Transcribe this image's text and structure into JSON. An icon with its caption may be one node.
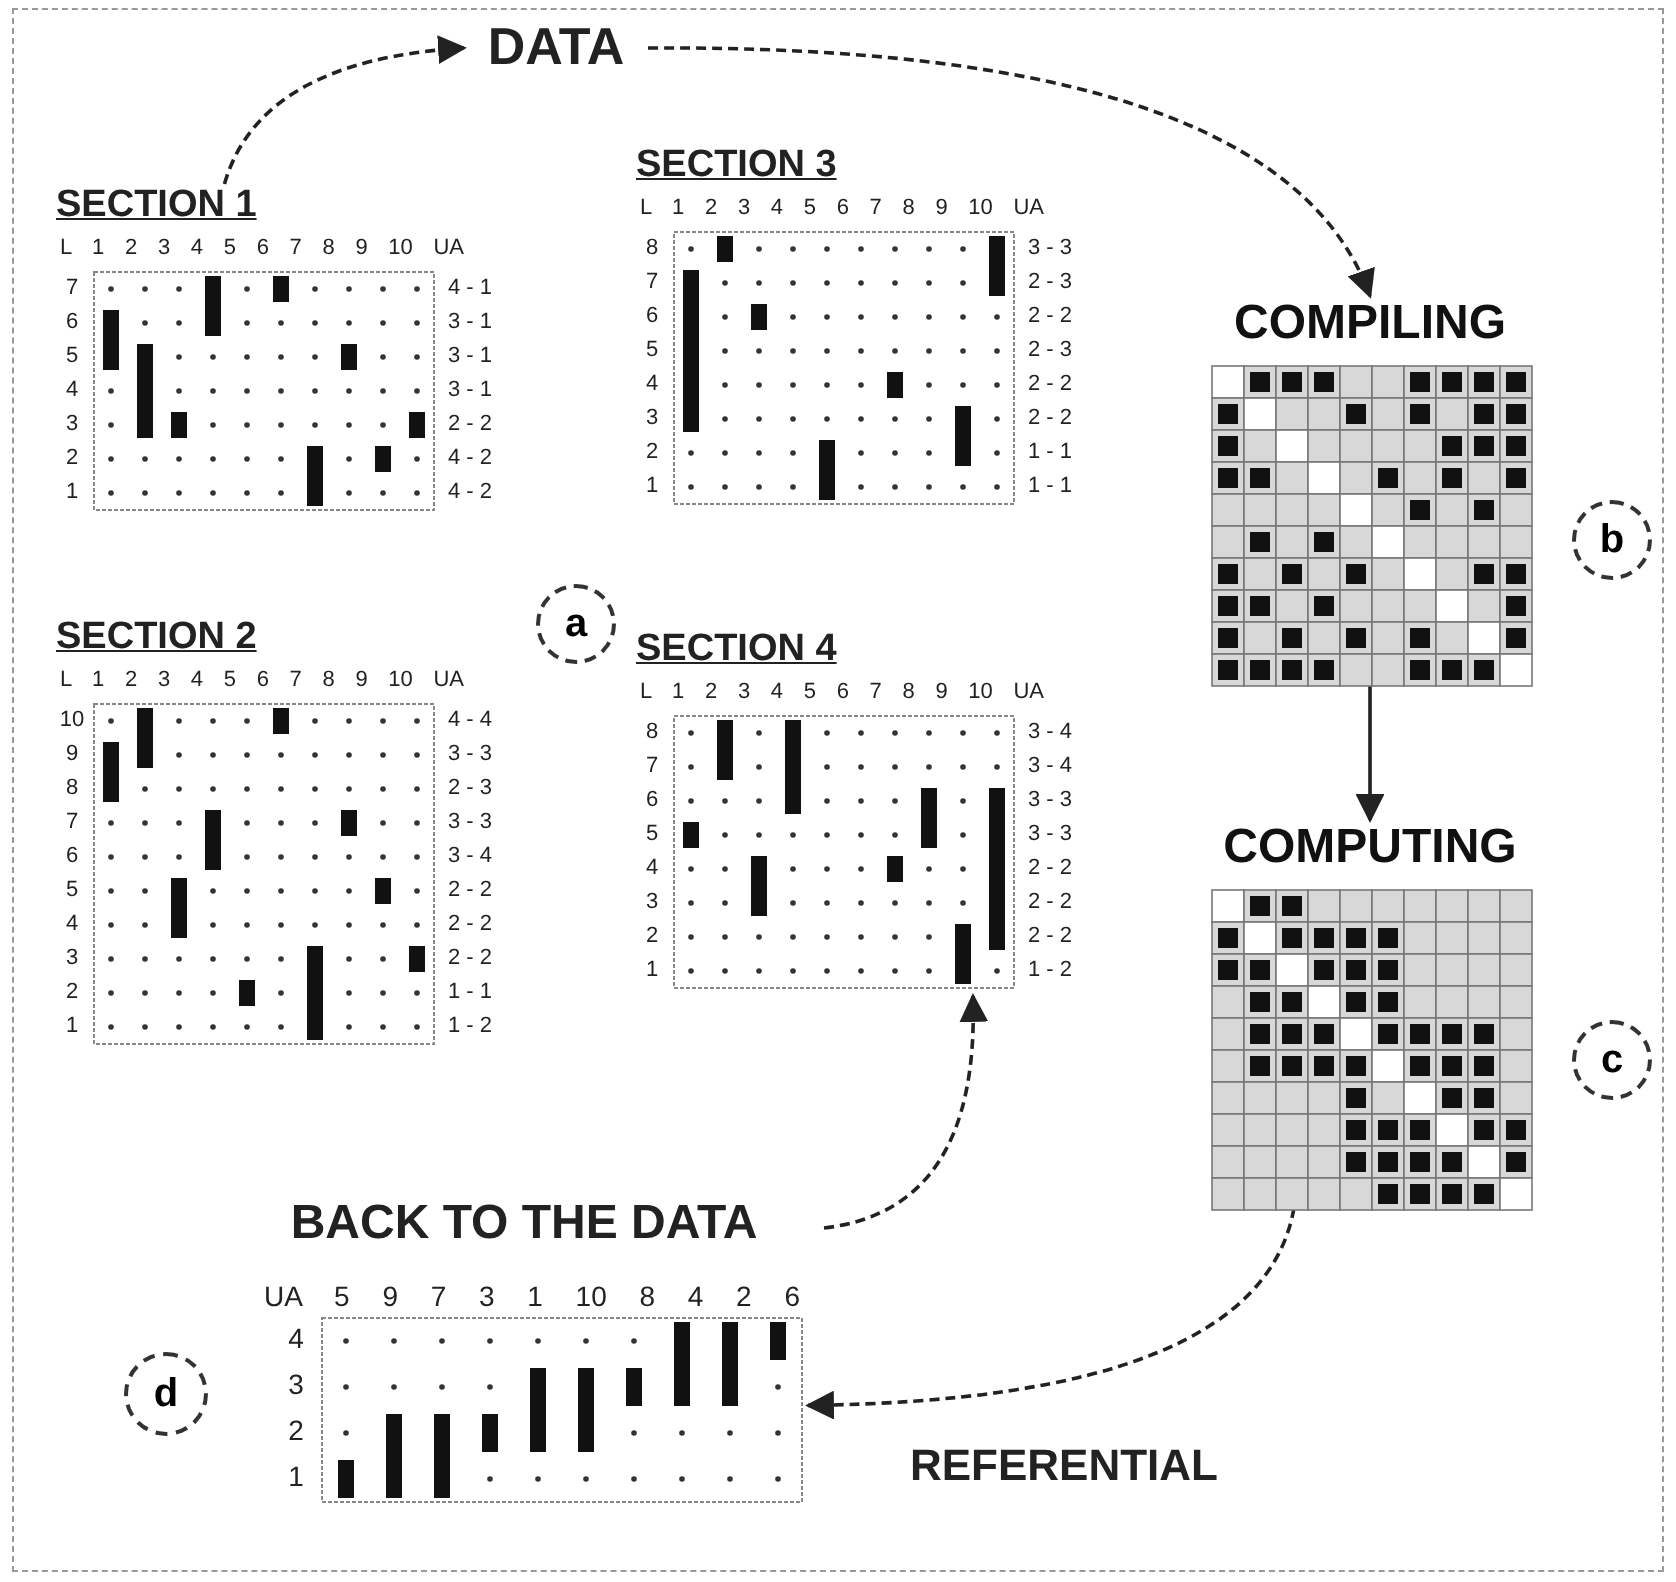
{
  "diagram": {
    "nodes": [
      {
        "text": [
          "DATA"
        ]
      },
      {
        "text": [
          "SECTION 1"
        ],
        "beside": [
          "L 1 2 3 4 5 6 7 8 9 10 UA",
          "7",
          "6",
          "5",
          "4",
          "3",
          "2",
          "1",
          "4 - 1",
          "3 - 1",
          "3 - 1",
          "3 - 1",
          "2 - 2",
          "4 - 2",
          "4 - 2"
        ]
      },
      {
        "text": [
          "SECTION 3"
        ],
        "beside": [
          "L 1 2 3 4 5 6 7 8 9 10 UA",
          "8",
          "7",
          "6",
          "5",
          "4",
          "3",
          "2",
          "1",
          "3 - 3",
          "2 - 3",
          "2 - 2",
          "2 - 3",
          "2 - 2",
          "2 - 2",
          "1 - 1",
          "1 - 1"
        ]
      },
      {
        "text": [
          "COMPILING"
        ]
      },
      {
        "text": [
          "b"
        ]
      },
      {
        "text": [
          "SECTION 2"
        ],
        "beside": [
          "L 1 2 3 4 5 6 7 8 9 10 UA",
          "10",
          "9",
          "8",
          "7",
          "6",
          "5",
          "4",
          "3",
          "2",
          "1",
          "4 - 4",
          "3 - 3",
          "2 - 3",
          "3 - 3",
          "3 - 4",
          "2 - 2",
          "2 - 2",
          "2 - 2",
          "1 - 1",
          "1 - 2"
        ]
      },
      {
        "text": [
          "a"
        ]
      },
      {
        "text": [
          "SECTION 4"
        ],
        "beside": [
          "L 1 2 3 4 5 6 7 8 9 10 UA",
          "8",
          "7",
          "6",
          "5",
          "4",
          "3",
          "2",
          "1",
          "3 - 4",
          "3 - 4",
          "3 - 3",
          "3 - 3",
          "2 - 2",
          "2 - 2",
          "2 - 2",
          "1 - 2"
        ]
      },
      {
        "text": [
          "COMPUTING"
        ]
      },
      {
        "text": [
          "c"
        ]
      },
      {
        "text": [
          "BACK TO THE DATA"
        ]
      },
      {
        "text": [
          "d"
        ]
      },
      {
        "text": [],
        "shape": "box",
        "beside": [
          "UA 5 9 7 3 1 10 8 4 2 6",
          "4",
          "3",
          "2",
          "1"
        ]
      }
    ],
    "edges": [
      {
        "from": 1,
        "to": 0,
        "arrow": "to",
        "style": "dashed"
      },
      {
        "from": 0,
        "to": 3,
        "arrow": "to",
        "style": "dashed"
      },
      {
        "from": 3,
        "to": 8,
        "arrow": "to"
      },
      {
        "from": 10,
        "to": 7,
        "arrow": "to",
        "style": "dashed"
      },
      {
        "from": 8,
        "to": 12,
        "arrow": "to",
        "style": "dashed",
        "label": "REFERENTIAL"
      }
    ]
  }
}
